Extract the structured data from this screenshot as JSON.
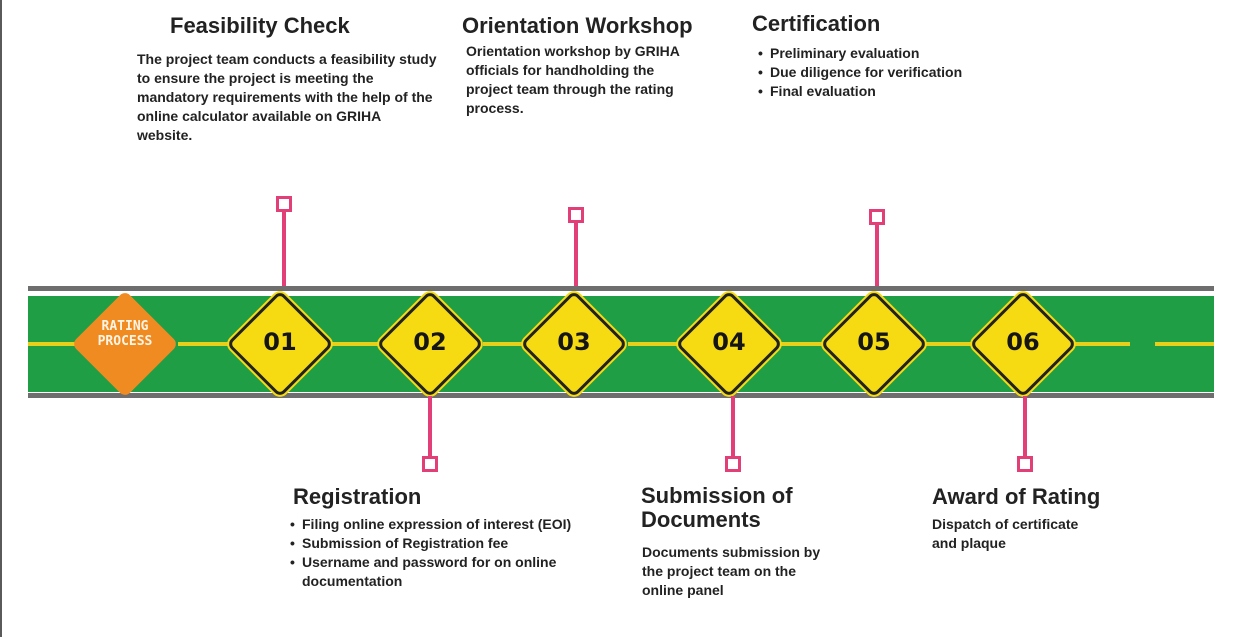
{
  "process_label": [
    "RATING",
    "PROCESS"
  ],
  "steps": [
    {
      "number": "01",
      "title": "Feasibility Check",
      "description": "The project team conducts a feasibility study to ensure the project is meeting the mandatory requirements with the help of the online calculator available on GRIHA website."
    },
    {
      "number": "02",
      "title": "Registration",
      "bullets": [
        "Filing online expression of interest (EOI)",
        "Submission of Registration fee",
        "Username and password for on online documentation"
      ]
    },
    {
      "number": "03",
      "title": "Orientation Workshop",
      "description": "Orientation workshop by GRIHA officials for handholding the project team through the rating process."
    },
    {
      "number": "04",
      "title": "Submission of Documents",
      "description": "Documents submission by the project team on the online panel"
    },
    {
      "number": "05",
      "title": "Certification",
      "bullets": [
        "Preliminary evaluation",
        "Due diligence for verification",
        "Final evaluation"
      ]
    },
    {
      "number": "06",
      "title": "Award of Rating",
      "description": "Dispatch of certificate and plaque"
    }
  ],
  "colors": {
    "road": "#1f9e45",
    "road_edge": "#6e6e6e",
    "lane": "#e8cf1c",
    "step_diamond": "#f6db13",
    "process_diamond": "#f08b22",
    "connector": "#e23f79"
  }
}
